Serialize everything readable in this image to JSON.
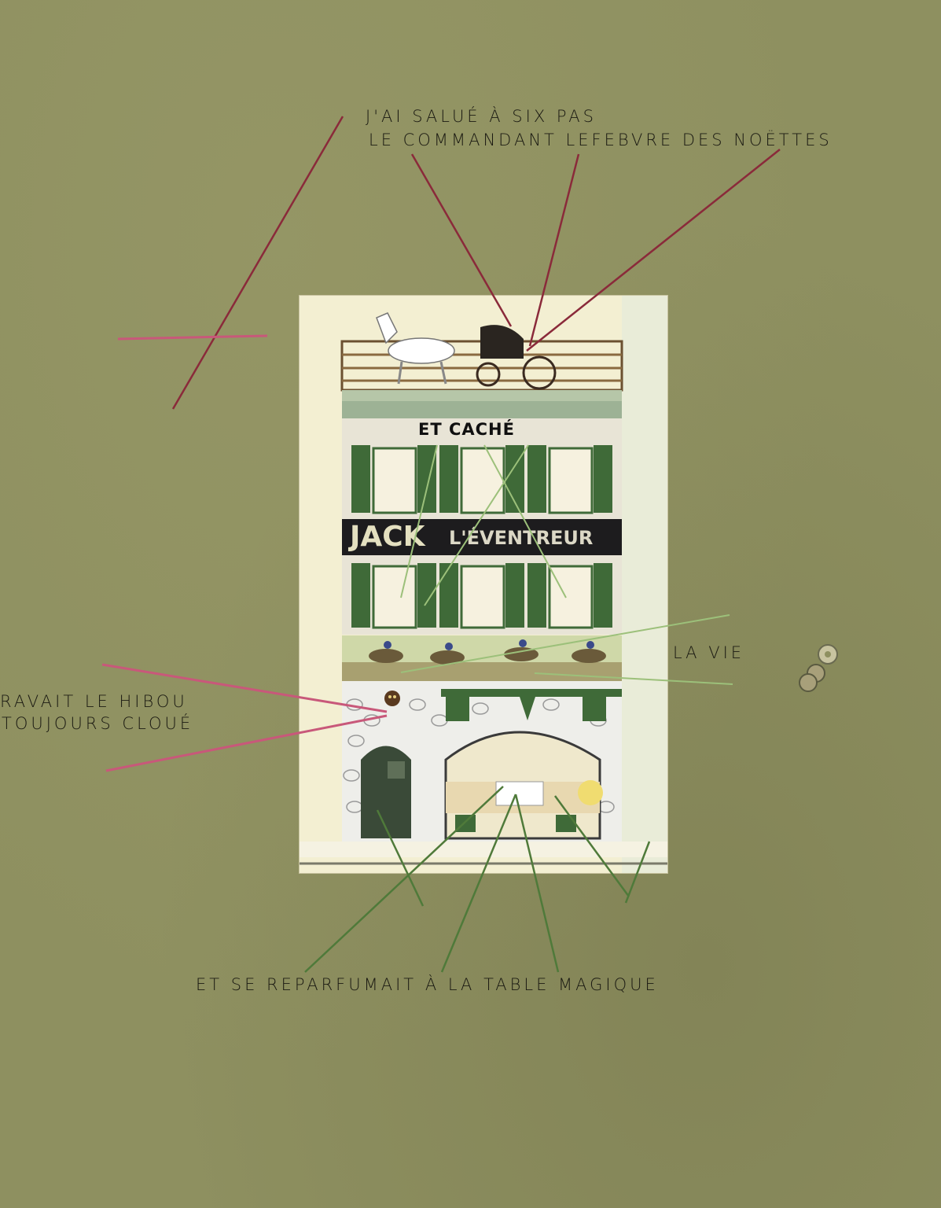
{
  "captions": {
    "top_line1": "J'AI SALUÉ À SIX PAS",
    "top_line2": "LE COMMANDANT LEFEBVRE DES NOËTTES",
    "et_cache": "ET CACHÉ",
    "la_vie": "LA VIE",
    "left_line1": "RAVAIT LE HIBOU",
    "left_line2": "TOUJOURS CLOUÉ",
    "bottom": "ET SE REPARFUMAIT À LA TABLE MAGIQUE"
  },
  "sign": {
    "word1": "JACK",
    "word2": "L'ÉVENTREUR"
  },
  "colors": {
    "paper": "#8e9060",
    "thread_red": "#8a2a3a",
    "thread_pink": "#c8587a",
    "thread_green": "#9cc07a",
    "thread_dark_green": "#4f7a3a",
    "shutter_green": "#3f6a38",
    "sign_black": "#1d1c1e"
  }
}
